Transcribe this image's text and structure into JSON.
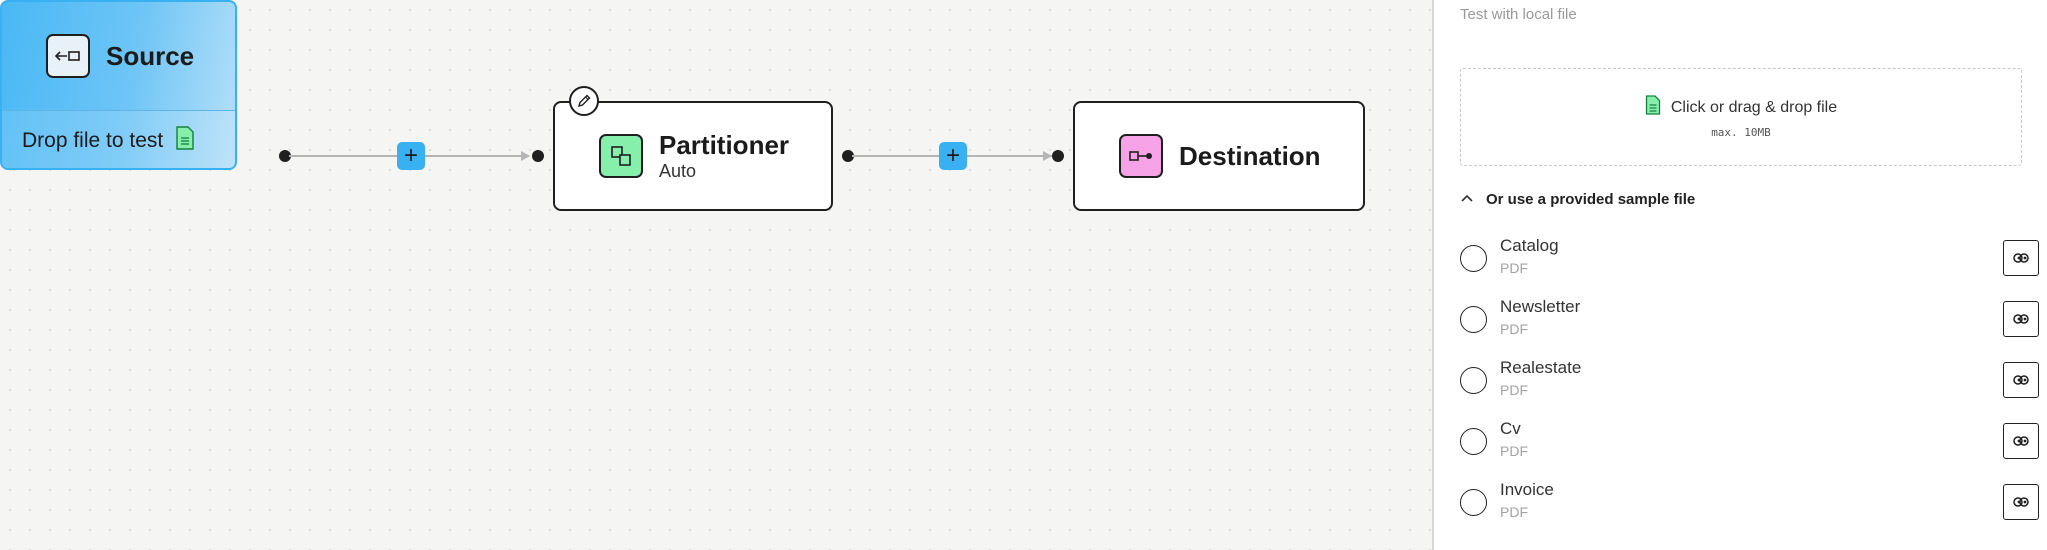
{
  "canvas": {
    "source": {
      "title": "Source",
      "drop_label": "Drop file to test",
      "icon": "source-icon"
    },
    "partitioner": {
      "title": "Partitioner",
      "subtitle": "Auto",
      "icon": "partitioner-icon"
    },
    "destination": {
      "title": "Destination",
      "icon": "destination-icon"
    },
    "add_step_label": "+"
  },
  "panel": {
    "heading": "Test with local file",
    "dropzone": {
      "text": "Click or drag & drop file",
      "max": "max. 10MB"
    },
    "samples": {
      "toggle_label": "Or use a provided sample file",
      "files": [
        {
          "name": "Catalog",
          "type": "PDF"
        },
        {
          "name": "Newsletter",
          "type": "PDF"
        },
        {
          "name": "Realestate",
          "type": "PDF"
        },
        {
          "name": "Cv",
          "type": "PDF"
        },
        {
          "name": "Invoice",
          "type": "PDF"
        }
      ]
    }
  },
  "colors": {
    "accent": "#38b0f2",
    "partitioner_icon_bg": "#86efac",
    "destination_icon_bg": "#f5a3e6",
    "file_icon": "#22c55e"
  }
}
